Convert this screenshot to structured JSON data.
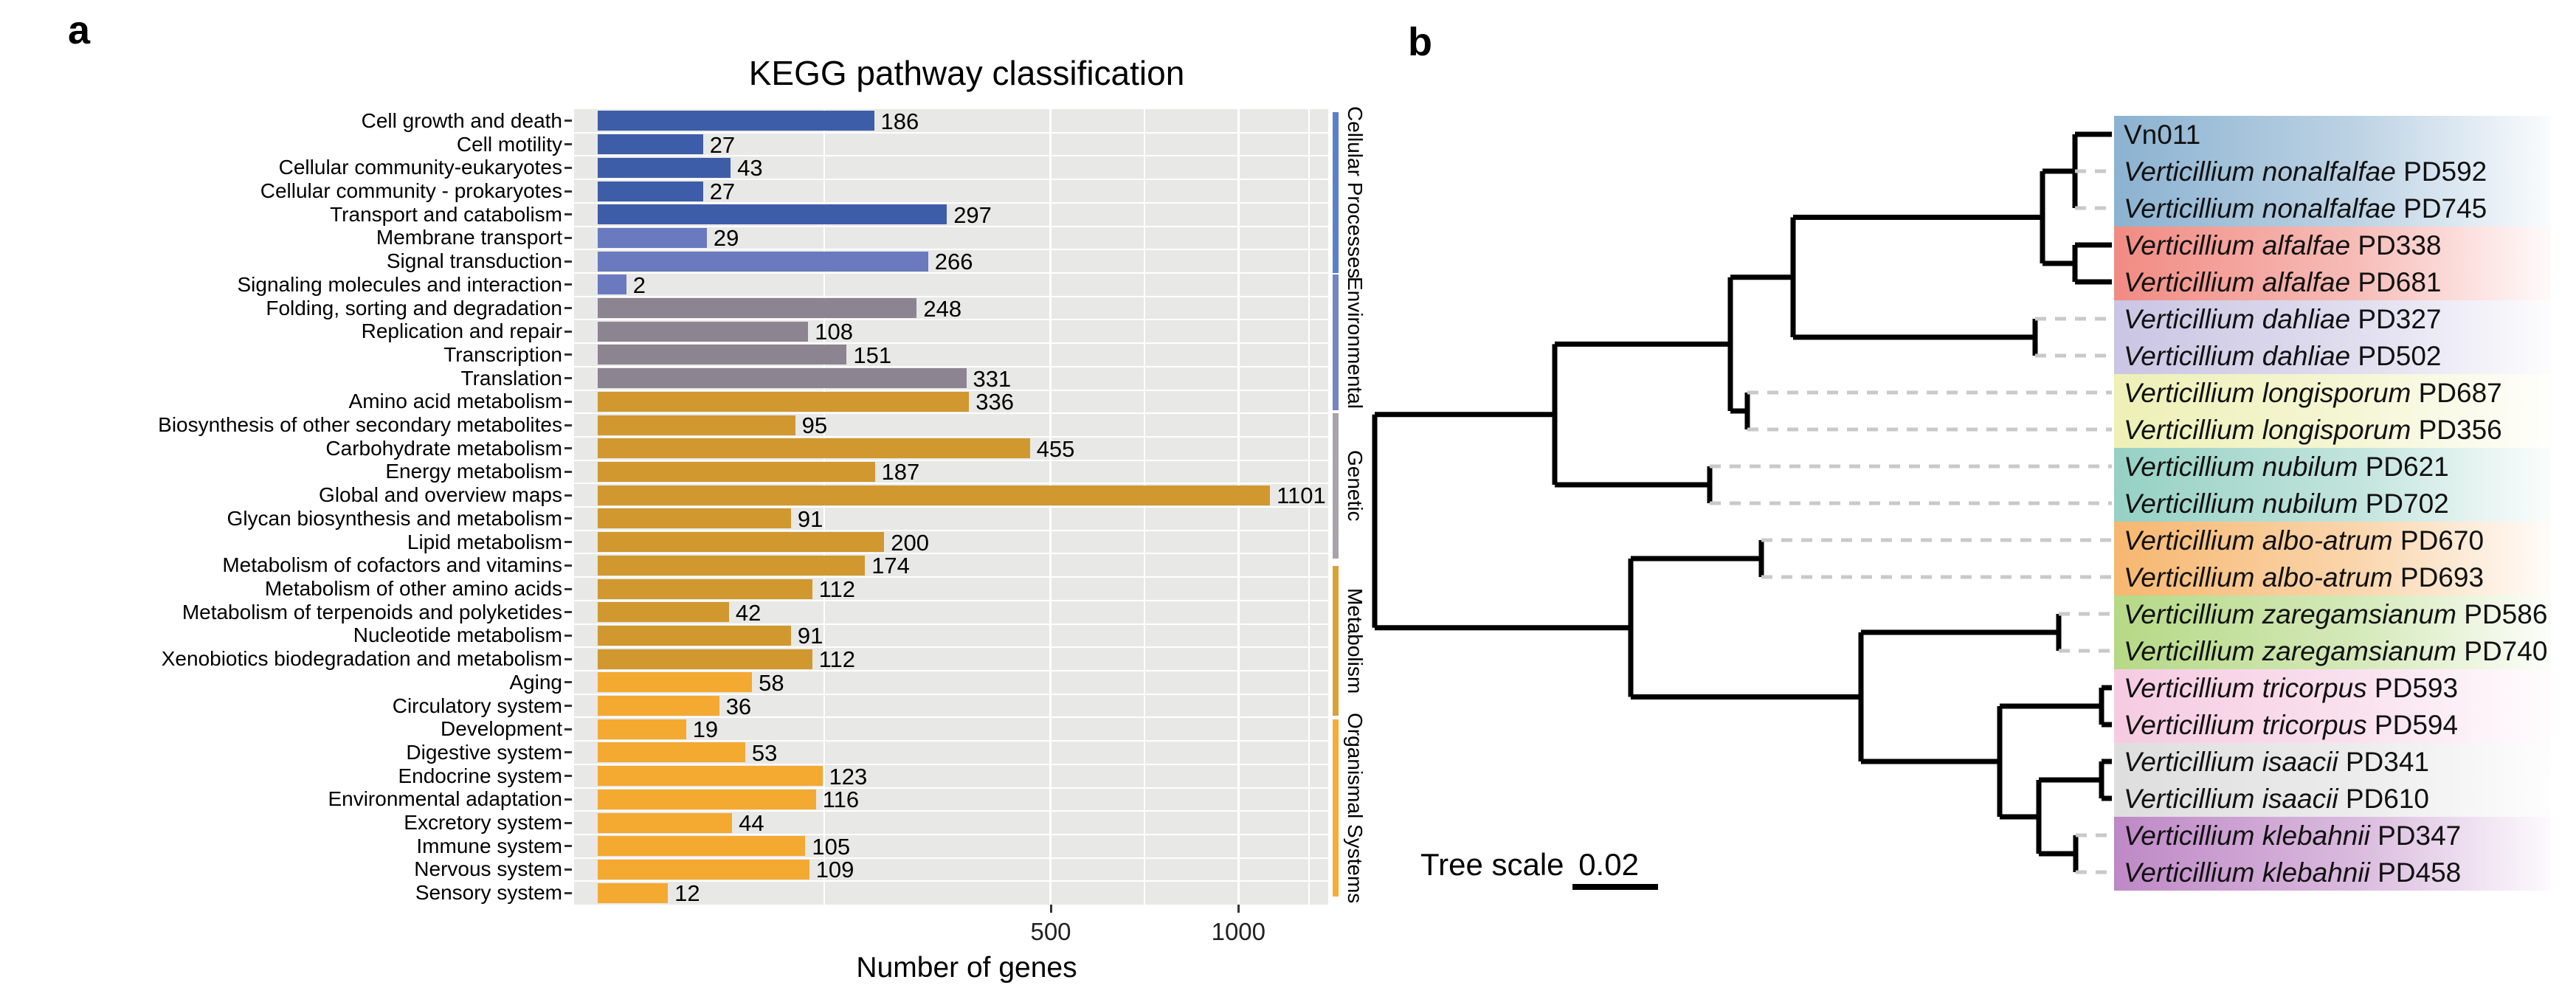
{
  "figure": {
    "panel_a_label": "a",
    "panel_b_label": "b"
  },
  "chart_data": [
    {
      "type": "bar",
      "title": "KEGG pathway classification",
      "xlabel": "Number of genes",
      "orientation": "horizontal",
      "x_scale": "sqrt",
      "xlim": [
        0,
        1300
      ],
      "x_ticks": [
        500,
        1000
      ],
      "x_minor_gridlines": [
        125,
        729,
        1232
      ],
      "grid": "white-on-gray",
      "categories": [
        "Cell growth and death",
        "Cell motility",
        "Cellular community-eukaryotes",
        "Cellular community - prokaryotes",
        "Transport and catabolism",
        "Membrane transport",
        "Signal transduction",
        "Signaling molecules and interaction",
        "Folding, sorting and degradation",
        "Replication and repair",
        "Transcription",
        "Translation",
        "Amino acid metabolism",
        "Biosynthesis of other secondary metabolites",
        "Carbohydrate metabolism",
        "Energy metabolism",
        "Global and overview maps",
        "Glycan biosynthesis and metabolism",
        "Lipid metabolism",
        "Metabolism of cofactors and vitamins",
        "Metabolism of other amino acids",
        "Metabolism of terpenoids and polyketides",
        "Nucleotide metabolism",
        "Xenobiotics biodegradation and metabolism",
        "Aging",
        "Circulatory system",
        "Development",
        "Digestive system",
        "Endocrine system",
        "Environmental adaptation",
        "Excretory system",
        "Immune system",
        "Nervous system",
        "Sensory system"
      ],
      "values": [
        186,
        27,
        43,
        27,
        297,
        29,
        266,
        2,
        248,
        108,
        151,
        331,
        336,
        95,
        455,
        187,
        1101,
        91,
        200,
        174,
        112,
        42,
        91,
        112,
        58,
        36,
        19,
        53,
        123,
        116,
        44,
        105,
        109,
        12
      ],
      "category_groups": [
        "cellular",
        "cellular",
        "cellular",
        "cellular",
        "cellular",
        "environmental",
        "environmental",
        "environmental",
        "genetic",
        "genetic",
        "genetic",
        "genetic",
        "metabolism",
        "metabolism",
        "metabolism",
        "metabolism",
        "metabolism",
        "metabolism",
        "metabolism",
        "metabolism",
        "metabolism",
        "metabolism",
        "metabolism",
        "metabolism",
        "organismal",
        "organismal",
        "organismal",
        "organismal",
        "organismal",
        "organismal",
        "organismal",
        "organismal",
        "organismal",
        "organismal"
      ],
      "group_colors": {
        "cellular": "#3D5DA9",
        "environmental": "#6B79BF",
        "genetic": "#8D8492",
        "metabolism": "#D0982E",
        "organismal": "#F4A930"
      },
      "strip": [
        {
          "label": "Cellular Processes",
          "color": "#5C7FCB",
          "y1": 152,
          "y2": 370
        },
        {
          "label": "Environmental",
          "color": "#7584C6",
          "y1": 372,
          "y2": 556
        },
        {
          "label": "Genetic",
          "color": "#A9A3AC",
          "y1": 560,
          "y2": 757
        },
        {
          "label": "Metabolism",
          "color": "#D9A237",
          "y1": 767,
          "y2": 970
        },
        {
          "label": "Organismal Systems",
          "color": "#F8AC33",
          "y1": 975,
          "y2": 1215
        }
      ],
      "plot_bg": "#E8E8E6",
      "gridline_color": "#FFFFFF"
    },
    {
      "type": "tree",
      "scale_label": "Tree scale",
      "scale_value": "0.02",
      "group_colors": {
        "nonalfalfae": "#85AECE",
        "alfalfae": "#F0857C",
        "dahliae": "#C7C2E2",
        "longisporum": "#EDEFB2",
        "nubilum": "#90CEC1",
        "albo-atrum": "#F6B368",
        "zaregamsianum": "#B1D77F",
        "tricorpus": "#F5C8E0",
        "isaacii": "#DCDCDC",
        "klebahnii": "#BB82C3"
      },
      "leaves": [
        {
          "species": "",
          "strain": "Vn011",
          "group": "nonalfalfae",
          "dashed": false
        },
        {
          "species": "Verticillium nonalfalfae",
          "strain": "PD592",
          "group": "nonalfalfae",
          "dashed": true
        },
        {
          "species": "Verticillium nonalfalfae",
          "strain": "PD745",
          "group": "nonalfalfae",
          "dashed": true
        },
        {
          "species": "Verticillium alfalfae",
          "strain": "PD338",
          "group": "alfalfae",
          "dashed": false
        },
        {
          "species": "Verticillium alfalfae",
          "strain": "PD681",
          "group": "alfalfae",
          "dashed": false
        },
        {
          "species": "Verticillium dahliae",
          "strain": "PD327",
          "group": "dahliae",
          "dashed": true
        },
        {
          "species": "Verticillium dahliae",
          "strain": "PD502",
          "group": "dahliae",
          "dashed": true
        },
        {
          "species": "Verticillium longisporum",
          "strain": "PD687",
          "group": "longisporum",
          "dashed": true
        },
        {
          "species": "Verticillium longisporum",
          "strain": "PD356",
          "group": "longisporum",
          "dashed": true
        },
        {
          "species": "Verticillium nubilum",
          "strain": "PD621",
          "group": "nubilum",
          "dashed": true
        },
        {
          "species": "Verticillium nubilum",
          "strain": "PD702",
          "group": "nubilum",
          "dashed": true
        },
        {
          "species": "Verticillium albo-atrum",
          "strain": "PD670",
          "group": "albo-atrum",
          "dashed": true
        },
        {
          "species": "Verticillium albo-atrum",
          "strain": "PD693",
          "group": "albo-atrum",
          "dashed": true
        },
        {
          "species": "Verticillium zaregamsianum",
          "strain": "PD586",
          "group": "zaregamsianum",
          "dashed": true
        },
        {
          "species": "Verticillium zaregamsianum",
          "strain": "PD740",
          "group": "zaregamsianum",
          "dashed": true
        },
        {
          "species": "Verticillium tricorpus",
          "strain": "PD593",
          "group": "tricorpus",
          "dashed": false
        },
        {
          "species": "Verticillium tricorpus",
          "strain": "PD594",
          "group": "tricorpus",
          "dashed": false
        },
        {
          "species": "Verticillium isaacii",
          "strain": "PD341",
          "group": "isaacii",
          "dashed": false
        },
        {
          "species": "Verticillium isaacii",
          "strain": "PD610",
          "group": "isaacii",
          "dashed": false
        },
        {
          "species": "Verticillium klebahnii",
          "strain": "PD347",
          "group": "klebahnii",
          "dashed": true
        },
        {
          "species": "Verticillium klebahnii",
          "strain": "PD458",
          "group": "klebahnii",
          "dashed": true
        }
      ],
      "topology": {
        "x": 1863,
        "children": [
          {
            "x": 2107,
            "children": [
              {
                "x": 2345,
                "children": [
                  {
                    "x": 2430,
                    "children": [
                      {
                        "x": 2768,
                        "children": [
                          {
                            "x": 2812,
                            "children": [
                              {
                                "leaf": 0
                              },
                              {
                                "leaf": 1
                              },
                              {
                                "leaf": 2
                              }
                            ]
                          },
                          {
                            "x": 2812,
                            "children": [
                              {
                                "leaf": 3
                              },
                              {
                                "leaf": 4
                              }
                            ]
                          }
                        ]
                      },
                      {
                        "x": 2758,
                        "children": [
                          {
                            "leaf": 5
                          },
                          {
                            "leaf": 6
                          }
                        ]
                      }
                    ]
                  },
                  {
                    "x": 2368,
                    "children": [
                      {
                        "leaf": 7
                      },
                      {
                        "leaf": 8
                      }
                    ]
                  }
                ]
              },
              {
                "x": 2317,
                "children": [
                  {
                    "leaf": 9
                  },
                  {
                    "leaf": 10
                  }
                ]
              }
            ]
          },
          {
            "x": 2210,
            "children": [
              {
                "x": 2387,
                "children": [
                  {
                    "leaf": 11
                  },
                  {
                    "leaf": 12
                  }
                ]
              },
              {
                "x": 2522,
                "children": [
                  {
                    "x": 2790,
                    "children": [
                      {
                        "leaf": 13
                      },
                      {
                        "leaf": 14
                      }
                    ]
                  },
                  {
                    "x": 2710,
                    "children": [
                      {
                        "x": 2848,
                        "children": [
                          {
                            "leaf": 15
                          },
                          {
                            "leaf": 16
                          }
                        ]
                      },
                      {
                        "x": 2763,
                        "children": [
                          {
                            "x": 2848,
                            "children": [
                              {
                                "leaf": 17
                              },
                              {
                                "leaf": 18
                              }
                            ]
                          },
                          {
                            "x": 2813,
                            "children": [
                              {
                                "leaf": 19
                              },
                              {
                                "leaf": 20
                              }
                            ]
                          }
                        ]
                      }
                    ]
                  }
                ]
              }
            ]
          }
        ]
      }
    }
  ]
}
